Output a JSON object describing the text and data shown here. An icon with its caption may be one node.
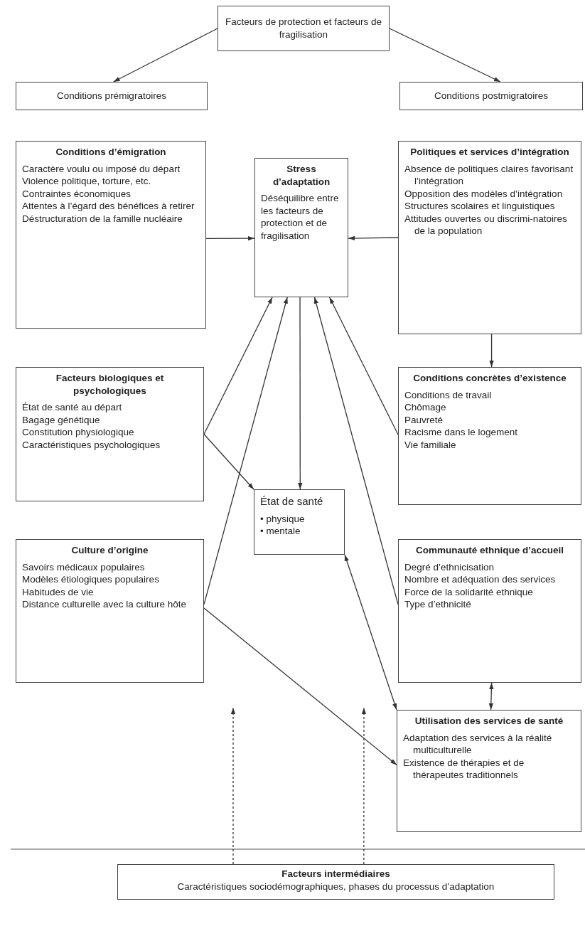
{
  "diagram": {
    "nodes": [
      {
        "text": [
          "Facteurs de protection et facteurs de fragilisation"
        ]
      },
      {
        "text": [
          "Conditions prémigratoires"
        ]
      },
      {
        "text": [
          "Conditions postmigratoires"
        ]
      },
      {
        "text": [
          "Conditions d’émigration",
          "Caractère voulu ou imposé du départ",
          "Violence politique, torture, etc.",
          "Contraintes économiques",
          "Attentes à l’égard des bénéfices à retirer",
          "Déstructuration de la famille nucléaire"
        ]
      },
      {
        "text": [
          "Stress d’adaptation",
          "Déséquilibre entre les facteurs de protection et de fragilisation"
        ]
      },
      {
        "text": [
          "Politiques et services d’intégration",
          "Absence de politiques claires favorisant l’intégration",
          "Opposition des modèles d’intégration",
          "Structures scolaires et linguistiques",
          "Attitudes ouvertes ou discrimi-natoires de la population"
        ]
      },
      {
        "text": [
          "Facteurs biologiques et psychologiques",
          "État de santé au départ",
          "Bagage génétique",
          "Constitution physiologique",
          "Caractéristiques psychologiques"
        ]
      },
      {
        "text": [
          "Conditions concrètes d’existence",
          "Conditions de travail",
          "Chômage",
          "Pauvreté",
          "Racisme dans le logement",
          "Vie familiale"
        ]
      },
      {
        "text": [
          "État de santé",
          "• physique",
          "• mentale"
        ]
      },
      {
        "text": [
          "Culture d’origine",
          "Savoirs médicaux populaires",
          "Modèles étiologiques populaires",
          "Habitudes de vie",
          "Distance culturelle avec la culture hôte"
        ]
      },
      {
        "text": [
          "Communauté ethnique d’accueil",
          "Degré d’ethnicisation",
          "Nombre et adéquation des services",
          "Force de la solidarité ethnique",
          "Type d’ethnicité"
        ]
      },
      {
        "text": [
          "Utilisation des services de santé",
          "Adaptation des services à la réalité multiculturelle",
          "Existence de thérapies et de thérapeutes traditionnels"
        ]
      },
      {
        "text": [
          "Facteurs intermédiaires",
          "Caractéristiques sociodémographiques, phases du processus d’adaptation"
        ]
      }
    ],
    "edges": [
      {
        "from": 0,
        "to": 1,
        "arrow": "to"
      },
      {
        "from": 0,
        "to": 2,
        "arrow": "to"
      },
      {
        "from": 3,
        "to": 4,
        "arrow": "to"
      },
      {
        "from": 5,
        "to": 4,
        "arrow": "to"
      },
      {
        "from": 5,
        "to": 7,
        "arrow": "to"
      },
      {
        "from": 6,
        "to": 4,
        "arrow": "to"
      },
      {
        "from": 6,
        "to": 8,
        "arrow": "to"
      },
      {
        "from": 9,
        "to": 4,
        "arrow": "to"
      },
      {
        "from": 4,
        "to": 8,
        "arrow": "to"
      },
      {
        "from": 7,
        "to": 4,
        "arrow": "to"
      },
      {
        "from": 10,
        "to": 4,
        "arrow": "to"
      },
      {
        "from": 9,
        "to": 11,
        "arrow": "to"
      },
      {
        "from": 8,
        "to": 11,
        "arrow": "both"
      },
      {
        "from": 10,
        "to": 11,
        "arrow": "both"
      },
      {
        "from": 12,
        "to": null,
        "arrow": "to",
        "style": "dashed"
      },
      {
        "from": 12,
        "to": null,
        "arrow": "to",
        "style": "dashed"
      }
    ]
  }
}
